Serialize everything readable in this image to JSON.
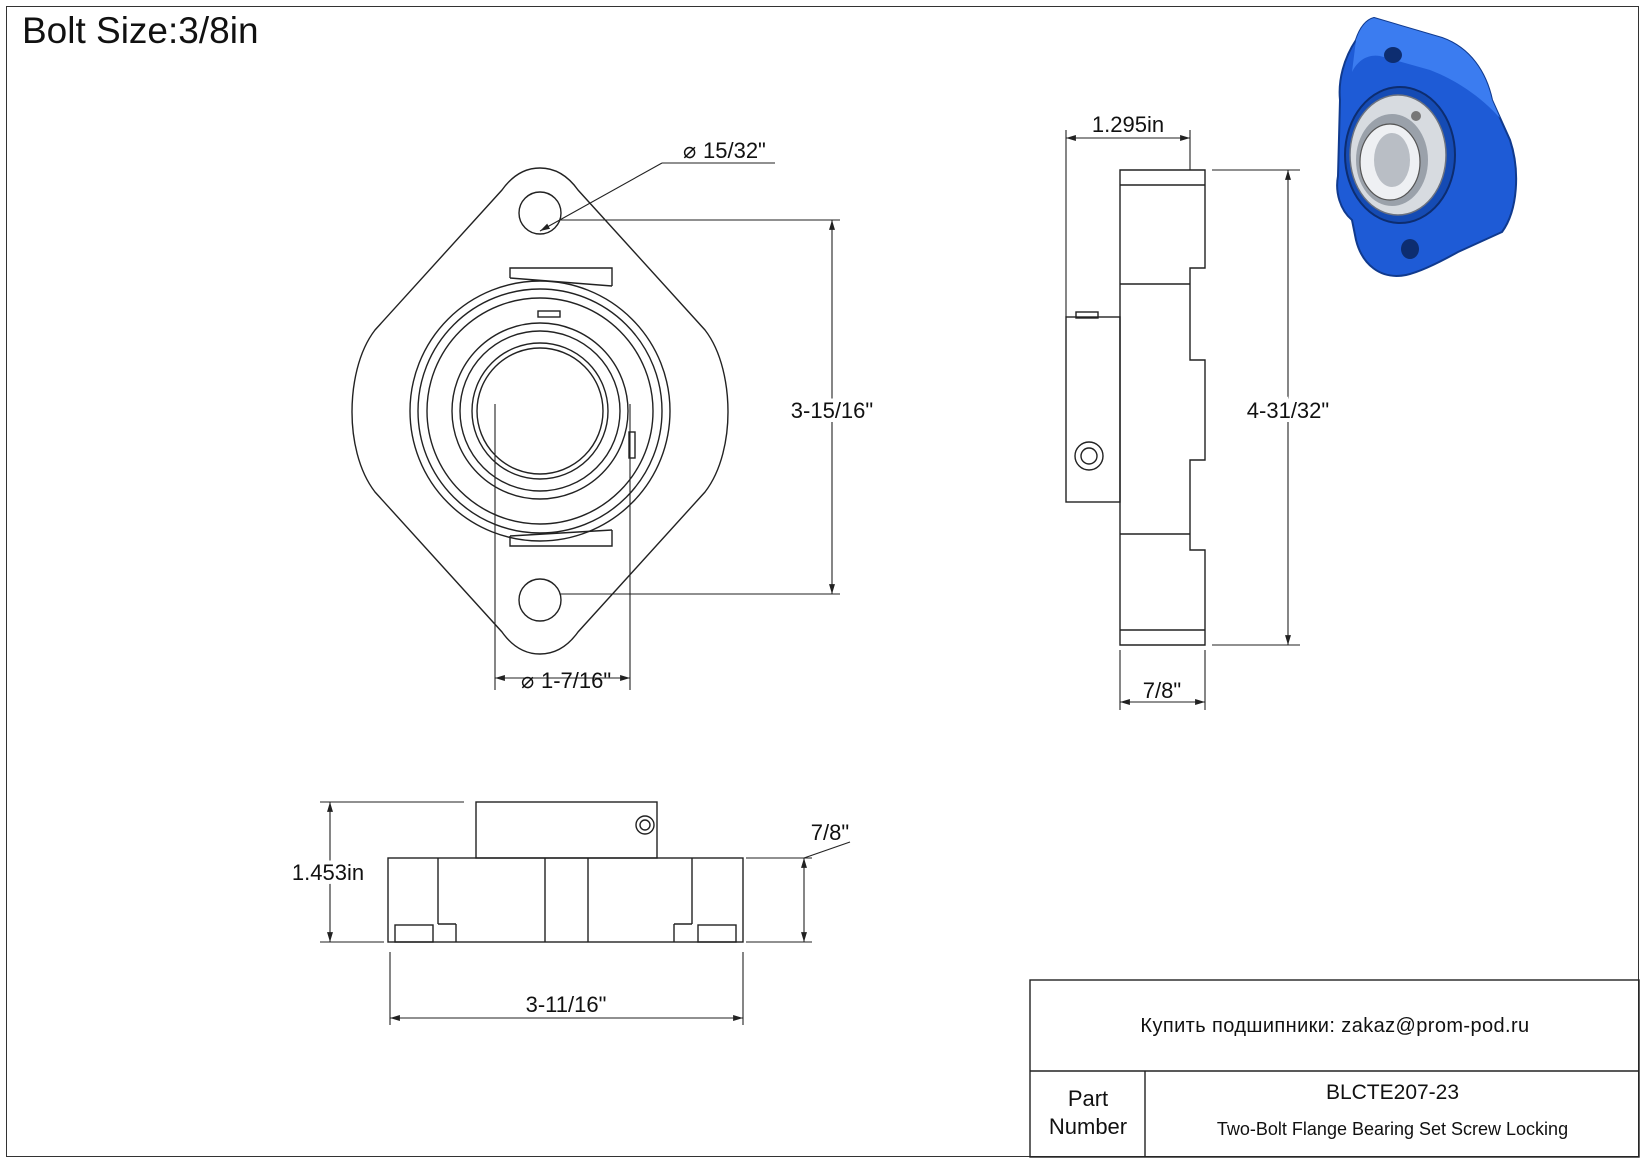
{
  "title": "Bolt Size:3/8in",
  "dimensions": {
    "front_bolt_hole": "15/32\"",
    "front_bolt_spacing": "3-15/16\"",
    "front_bore": "1-7/16\"",
    "side_overall_width": "1.295in",
    "side_height": "4-31/32\"",
    "side_flange_thickness": "7/8\"",
    "bottom_height": "1.453in",
    "bottom_flange_thickness": "7/8\"",
    "bottom_width": "3-11/16\""
  },
  "symbols": {
    "diameter": "⌀"
  },
  "title_block": {
    "contact": "Купить подшипники: zakaz@prom-pod.ru",
    "part_label": "Part Number",
    "part_code": "BLCTE207-23",
    "part_description": "Two-Bolt Flange Bearing Set Screw Locking"
  },
  "colors": {
    "housing": "#1e5bd6",
    "housing_dark": "#123f9e",
    "insert": "#c8ccd2",
    "line": "#222222"
  }
}
